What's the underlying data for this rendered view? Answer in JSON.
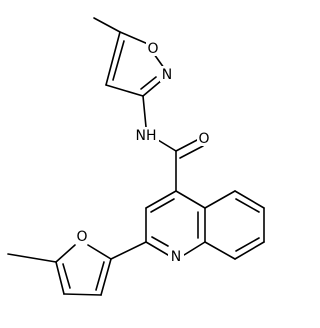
{
  "molecule": {
    "atoms": {
      "isoxazole_o": "O",
      "isoxazole_n": "N",
      "amide_nh": "NH",
      "carbonyl_o": "O",
      "furan_o": "O",
      "quinoline_n": "N"
    }
  },
  "colors": {
    "bond": "#000000",
    "label": "#000000",
    "background": "#ffffff"
  }
}
